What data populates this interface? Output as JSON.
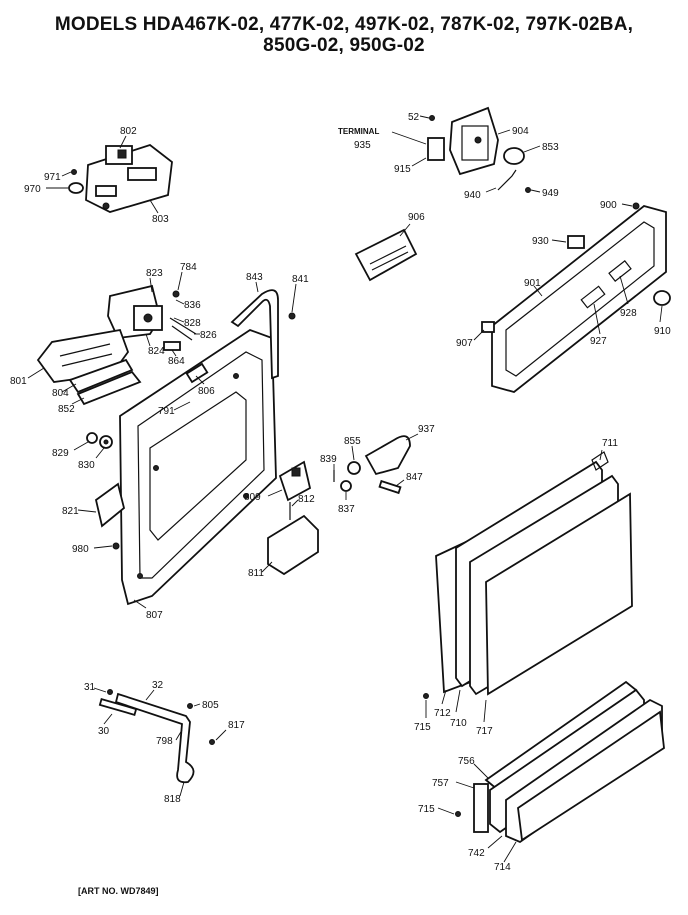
{
  "title": {
    "line1": "MODELS HDA467K-02, 477K-02, 497K-02, 787K-02, 797K-02BA,",
    "line2": "850G-02, 950G-02"
  },
  "art_number": "[ART NO. WD7849]",
  "terminal_label": "TERMINAL",
  "parts": {
    "p802": "802",
    "p971": "971",
    "p970": "970",
    "p803": "803",
    "p823": "823",
    "p784": "784",
    "p836": "836",
    "p828": "828",
    "p826": "826",
    "p824": "824",
    "p864": "864",
    "p843": "843",
    "p841": "841",
    "p801": "801",
    "p804": "804",
    "p852": "852",
    "p806": "806",
    "p791": "791",
    "p829": "829",
    "p830": "830",
    "p821": "821",
    "p980": "980",
    "p807": "807",
    "p809": "809",
    "p812": "812",
    "p811": "811",
    "p52": "52",
    "p935": "935",
    "p915": "915",
    "p904": "904",
    "p853": "853",
    "p940": "940",
    "p949": "949",
    "p906": "906",
    "p900": "900",
    "p930": "930",
    "p901": "901",
    "p928": "928",
    "p927": "927",
    "p907": "907",
    "p910": "910",
    "p855": "855",
    "p937": "937",
    "p839": "839",
    "p847": "847",
    "p837": "837",
    "p711": "711",
    "p712": "712",
    "p710": "710",
    "p717": "717",
    "p715a": "715",
    "p31": "31",
    "p32": "32",
    "p805": "805",
    "p30": "30",
    "p798": "798",
    "p817": "817",
    "p818": "818",
    "p756": "756",
    "p757": "757",
    "p715b": "715",
    "p742": "742",
    "p714": "714"
  }
}
